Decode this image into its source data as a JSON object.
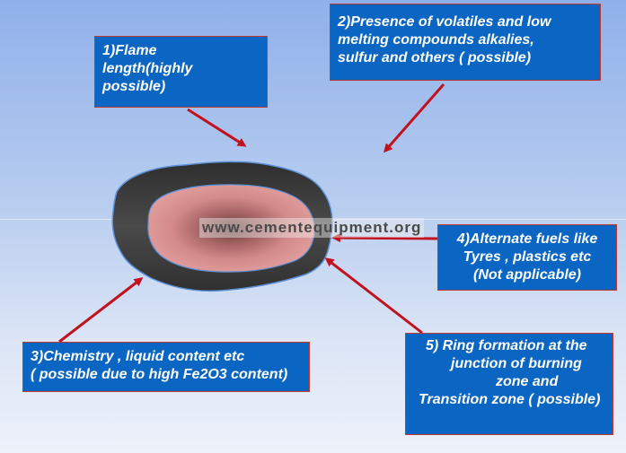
{
  "callouts": {
    "flame": {
      "lines": [
        "1)Flame",
        "length(highly",
        "possible)"
      ]
    },
    "volatiles": {
      "lines": [
        "2)Presence of  volatiles and low",
        "melting compounds alkalies,",
        "sulfur and others ( possible)"
      ]
    },
    "chemistry": {
      "lines": [
        "3)Chemistry , liquid content etc",
        "( possible due to high Fe2O3 content)"
      ]
    },
    "alternate_fuels": {
      "lines": [
        "4)Alternate fuels like",
        "Tyres , plastics etc",
        "(Not applicable)"
      ]
    },
    "ring_formation": {
      "lines": [
        "5)     Ring formation at the",
        "junction of burning",
        "zone  and",
        "Transition zone ( possible)"
      ]
    }
  },
  "watermark": "www.cementequipment.org",
  "colors": {
    "callout_fill": "#0a66c2",
    "callout_border": "#c0392b",
    "arrow": "#c0121f",
    "ring_outer": "#3d3d3d",
    "ring_inner": "#d98c8c"
  }
}
